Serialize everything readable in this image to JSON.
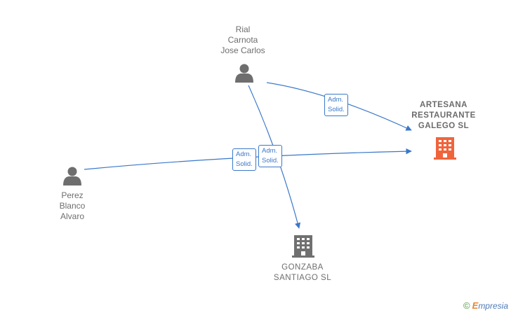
{
  "nodes": {
    "person_rial": {
      "lines": [
        "Rial",
        "Carnota",
        "Jose Carlos"
      ],
      "icon": "person-icon",
      "color": "#6e6e6e"
    },
    "person_perez": {
      "lines": [
        "Perez",
        "Blanco",
        "Alvaro"
      ],
      "icon": "person-icon",
      "color": "#6e6e6e"
    },
    "company_artesana": {
      "lines": [
        "ARTESANA",
        "RESTAURANTE",
        "GALEGO  SL"
      ],
      "icon": "building-icon",
      "color": "#f0643c"
    },
    "company_gonzaba": {
      "lines": [
        "GONZABA",
        "SANTIAGO  SL"
      ],
      "icon": "building-icon",
      "color": "#707070"
    }
  },
  "edges": [
    {
      "from": "Rial Carnota Jose Carlos",
      "to": "ARTESANA RESTAURANTE GALEGO SL",
      "label": [
        "Adm.",
        "Solid."
      ]
    },
    {
      "from": "Rial Carnota Jose Carlos",
      "to": "GONZABA SANTIAGO SL",
      "label": [
        "Adm.",
        "Solid."
      ]
    },
    {
      "from": "Perez Blanco Alvaro",
      "to": "ARTESANA RESTAURANTE GALEGO SL",
      "label": [
        "Adm.",
        "Solid."
      ]
    }
  ],
  "colors": {
    "edge": "#3a78c9"
  },
  "brand": {
    "copyright": "©",
    "initial": "E",
    "rest": "mpresia"
  }
}
